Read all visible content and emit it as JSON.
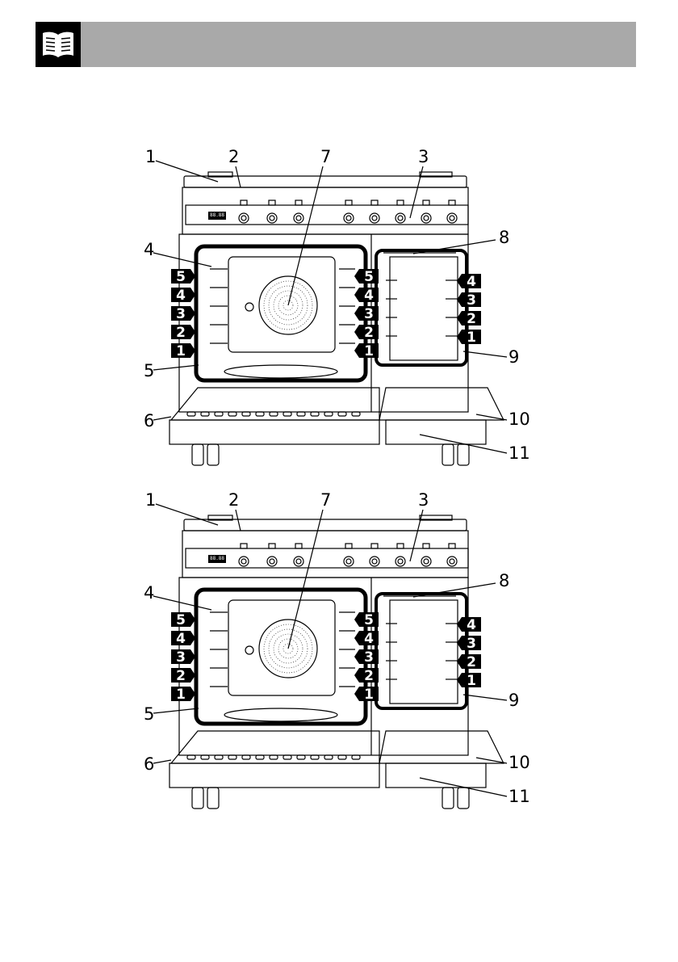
{
  "header": {
    "icon": "open-book-icon"
  },
  "figures": [
    {
      "id": "top",
      "callouts": [
        "1",
        "2",
        "7",
        "3",
        "8",
        "4",
        "5",
        "6",
        "9",
        "10",
        "11"
      ],
      "left_racks": [
        "5",
        "4",
        "3",
        "2",
        "1"
      ],
      "right_racks": [
        "4",
        "3",
        "2",
        "1"
      ],
      "display": "88.88"
    },
    {
      "id": "bottom",
      "callouts": [
        "1",
        "2",
        "7",
        "3",
        "8",
        "4",
        "5",
        "6",
        "9",
        "10",
        "11"
      ],
      "left_racks": [
        "5",
        "4",
        "3",
        "2",
        "1"
      ],
      "right_racks": [
        "4",
        "3",
        "2",
        "1"
      ],
      "display": "88.88"
    }
  ],
  "colors": {
    "header_bar": "#a9a9a9",
    "ink": "#000000"
  }
}
